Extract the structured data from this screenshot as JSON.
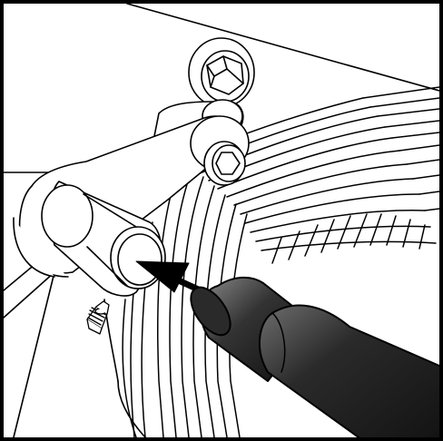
{
  "illustration": {
    "parts": [
      "mounting-bracket-arm",
      "hex-head-bolt",
      "socket-head-cap-screw",
      "cylindrical-bushing",
      "set-screw",
      "finned-housing",
      "grease-gun-nozzle",
      "direction-arrow"
    ],
    "colors": {
      "line": "#000000",
      "background": "#ffffff",
      "tool_dark": "#1a1a1a",
      "tool_mid": "#3a3a3a",
      "tool_highlight": "#6e6e6e"
    }
  }
}
